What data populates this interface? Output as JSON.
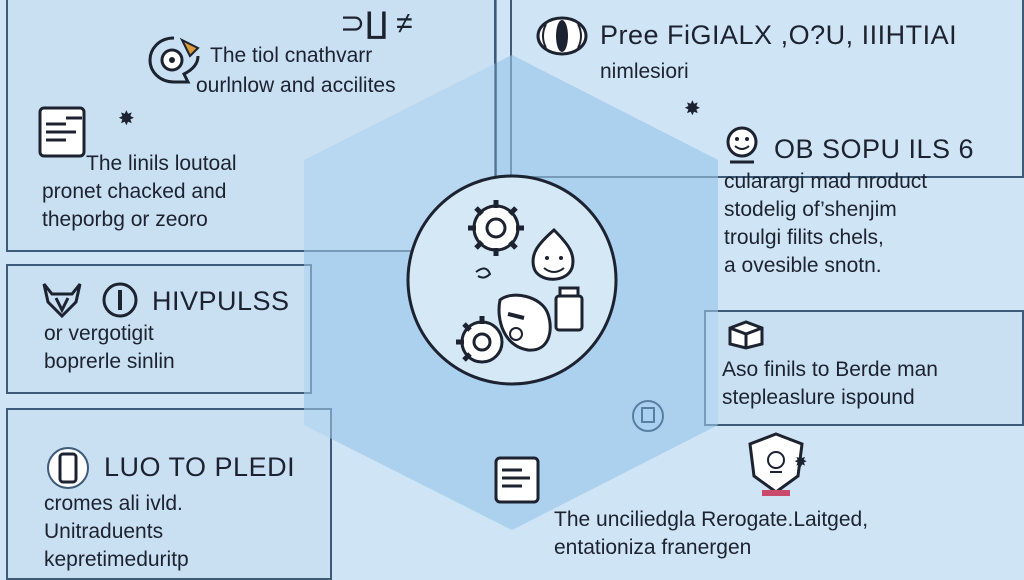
{
  "panels": {
    "top_left": {
      "symbol": "⊃∐ ≠",
      "line1": "The tiol cnathvarr",
      "line2": "ourlnlow and accilites",
      "lower_line1": "The linils loutoal",
      "lower_line2": "pronet chacked and",
      "lower_line3": "theporbg or zeoro"
    },
    "top_right": {
      "title": "Pree FiGIALX ,O?U, IIIHTIAI",
      "subtitle": "nimlesiori",
      "heading": "OB SOPU ILS 6",
      "line1": "cularargi mad nroduct",
      "line2": "stodelig of’shenjim",
      "line3": "troulgi filits chels,",
      "line4": "a ovesible snotn."
    },
    "mid_left": {
      "heading": "HIVPULSS",
      "line1": "or vergotigit",
      "line2": "boprerle sinlin"
    },
    "mid_right": {
      "line1": "Aso finils to Berde man",
      "line2": "stepleaslure ispound"
    },
    "bottom_left": {
      "heading": "LUO TO PLEDI",
      "line1": "cromes ali ivld.",
      "line2": "Unitraduents",
      "line3": "kepretimeduritp"
    },
    "bottom_right": {
      "line1": "The unciliedgla Rerogate.Laitged,",
      "line2": "entationiza franergen"
    }
  },
  "icons": {
    "top_left_1": "chat-eye-icon",
    "top_left_2": "document-icon",
    "top_right_1": "seed-pod-icon",
    "top_right_2": "face-badge-icon",
    "mid_left_1": "cat-face-icon",
    "mid_left_2": "info-circle-icon",
    "mid_right": "box-icon",
    "bottom_left": "phone-icon",
    "bottom_right_1": "document-icon",
    "bottom_right_2": "shield-icon",
    "center": "gears-and-faces-icon"
  },
  "colors": {
    "background": "#cfe4f4",
    "hexagon": "#a9d0ee",
    "border": "#3d5a78",
    "text": "#1c2230"
  }
}
